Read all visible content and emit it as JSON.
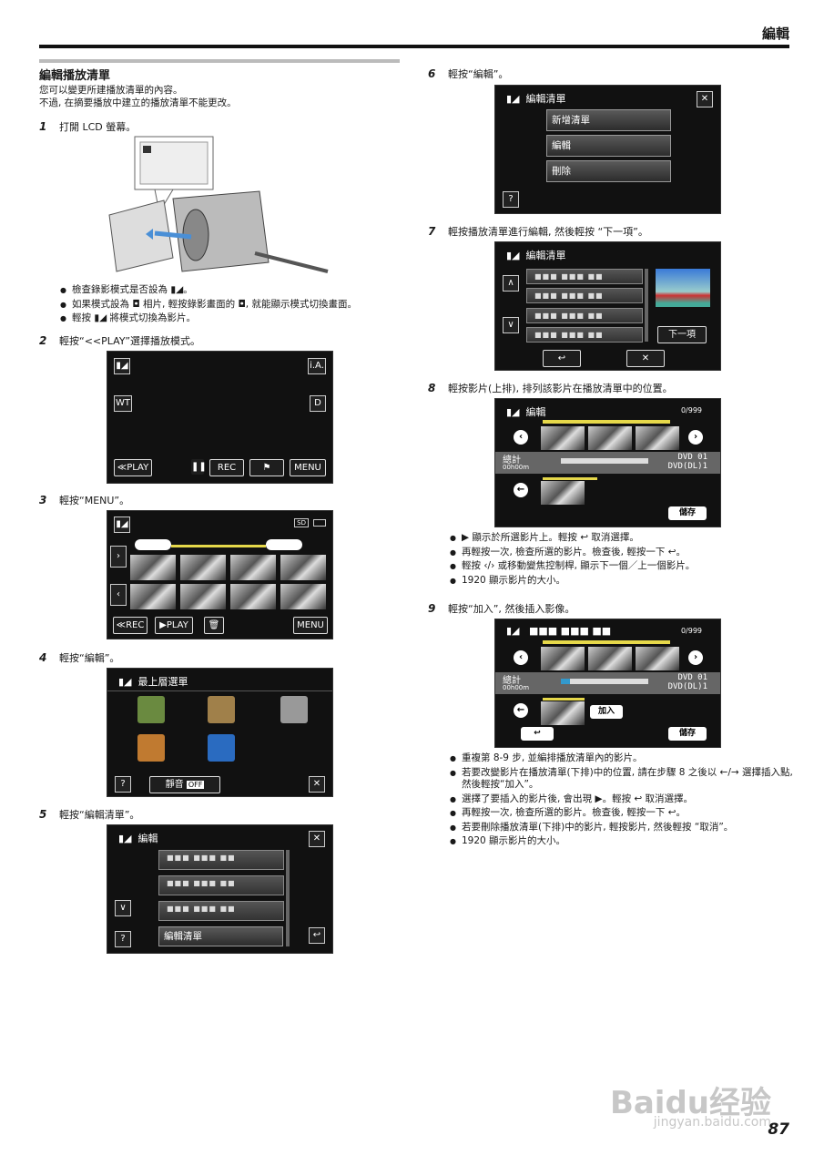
{
  "header": {
    "title": "編輯"
  },
  "left": {
    "section_title": "編輯播放清單",
    "intro1": "您可以變更所建播放清單的內容。",
    "intro2": "不過, 在摘要播放中建立的播放清單不能更改。",
    "step1": {
      "num": "1",
      "text": "打開 LCD 螢幕。"
    },
    "bullets1": [
      "檢查錄影模式是否設為 ▮◢。",
      "如果模式設為 ◘ 相片, 輕按錄影畫面的 ◘, 就能顯示模式切換畫面。",
      "輕按 ▮◢ 將模式切換為影片。"
    ],
    "step2": {
      "num": "2",
      "text": "輕按“<<PLAY”選擇播放模式。"
    },
    "s2": {
      "ia": "i.A.",
      "wt": "WT",
      "d": "D",
      "play": "≪PLAY",
      "rec": "REC",
      "menu": "MENU"
    },
    "step3": {
      "num": "3",
      "text": "輕按“MENU”。"
    },
    "s3": {
      "sd": "SD",
      "rec": "≪REC",
      "play": "▶PLAY",
      "menu": "MENU"
    },
    "step4": {
      "num": "4",
      "text": "輕按“編輯”。"
    },
    "s4": {
      "title": "最上層選單",
      "mute": "靜音",
      "off": "OFF",
      "help": "?",
      "close": "✕"
    },
    "step5": {
      "num": "5",
      "text": "輕按“編輯清單”。"
    },
    "s5": {
      "title": "編輯",
      "item4": "編輯清單",
      "help": "?",
      "close": "✕",
      "back": "↩"
    }
  },
  "right": {
    "step6": {
      "num": "6",
      "text": "輕按“編輯”。"
    },
    "s6": {
      "title": "編輯清單",
      "items": [
        "新增清單",
        "編輯",
        "刪除"
      ],
      "help": "?",
      "close": "✕"
    },
    "step7": {
      "num": "7",
      "text": "輕按播放清單進行編輯, 然後輕按 “下一項”。"
    },
    "s7": {
      "title": "編輯清單",
      "next": "下一項",
      "back": "↩",
      "close": "✕"
    },
    "step8": {
      "num": "8",
      "text": "輕按影片(上排), 排列該影片在播放清單中的位置。"
    },
    "s8": {
      "title": "編輯",
      "count": "0/999",
      "total": "總計",
      "time": "00h00m",
      "dvd": "DVD  01",
      "dvddl": "DVD(DL)1",
      "save": "儲存"
    },
    "bullets8": [
      "▶ 顯示於所選影片上。輕按 ↩ 取消選擇。",
      "再輕按一次, 檢查所選的影片。檢查後, 輕按一下 ↩。",
      "輕按 ‹/› 或移動變焦控制桿, 顯示下一個／上一個影片。",
      "1920 顯示影片的大小。"
    ],
    "step9": {
      "num": "9",
      "text": "輕按“加入”, 然後插入影像。"
    },
    "s9": {
      "count": "0/999",
      "total": "總計",
      "time": "00h00m",
      "dvd": "DVD  01",
      "dvddl": "DVD(DL)1",
      "add": "加入",
      "save": "儲存"
    },
    "bullets9": [
      "重複第 8-9 步, 並編排播放清單內的影片。",
      "若要改變影片在播放清單(下排)中的位置, 請在步驟 8 之後以 ←/→ 選擇插入點, 然後輕按“加入”。",
      "選擇了要插入的影片後, 會出現 ▶。輕按 ↩ 取消選擇。",
      "再輕按一次, 檢查所選的影片。檢查後, 輕按一下 ↩。",
      "若要刪除播放清單(下排)中的影片, 輕按影片, 然後輕按 “取消”。",
      "1920 顯示影片的大小。"
    ]
  },
  "footer": {
    "page": "87",
    "watermark": "Baidu经验",
    "watermark_url": "jingyan.baidu.com"
  }
}
